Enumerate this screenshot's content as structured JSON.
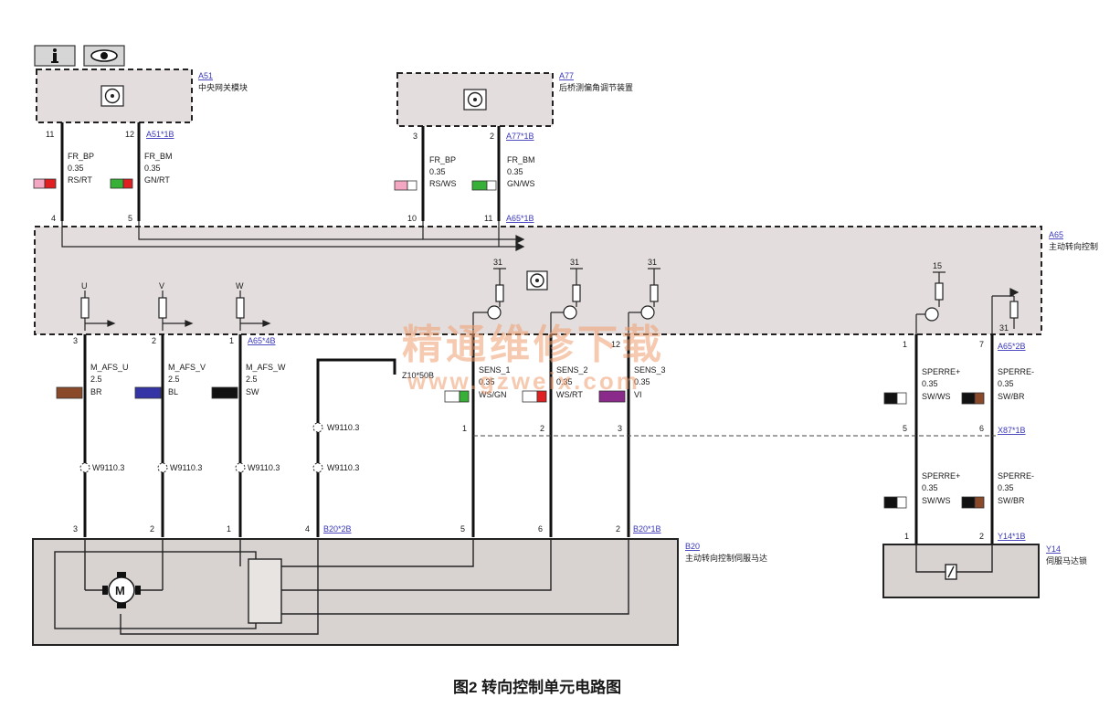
{
  "toolbar": {
    "info_icon": "info-icon",
    "view_icon": "eye-icon"
  },
  "modules": {
    "a51": {
      "id": "A51",
      "name": "中央网关模块"
    },
    "a77": {
      "id": "A77",
      "name": "后桥测偏角调节装置"
    },
    "a65": {
      "id": "A65",
      "name": "主动转向控制"
    },
    "b20": {
      "id": "B20",
      "name": "主动转向控制伺服马达"
    },
    "y14": {
      "id": "Y14",
      "name": "伺服马达锁"
    }
  },
  "connectors": {
    "a51_1b": "A51*1B",
    "a77_1b": "A77*1B",
    "a65_1b": "A65*1B",
    "a65_4b": "A65*4B",
    "a65_2b": "A65*2B",
    "x87_1b": "X87*1B",
    "b20_2b": "B20*2B",
    "b20_1b": "B20*1B",
    "y14_1b": "Y14*1B",
    "z10": "Z10*50B"
  },
  "pins": {
    "a51_11": "11",
    "a51_12": "12",
    "a65_4": "4",
    "a65_5": "5",
    "a77_3": "3",
    "a77_2": "2",
    "a65_10": "10",
    "a65_11": "11",
    "a65_3": "3",
    "a65_2": "2",
    "a65_1": "1",
    "a65_12": "12",
    "a65_1r": "1",
    "a65_7": "7",
    "x87_1": "1",
    "x87_2": "2",
    "x87_3": "3",
    "x87_5": "5",
    "x87_6": "6",
    "b20_3": "3",
    "b20_2": "2",
    "b20_1": "1",
    "b20_4": "4",
    "b20_5": "5",
    "b20_6": "6",
    "b20_2r": "2",
    "y14_1": "1",
    "y14_2": "2"
  },
  "supply": {
    "s1": "31",
    "s2": "31",
    "s3": "31",
    "s4": "15",
    "s5": "31"
  },
  "phase": {
    "u": "U",
    "v": "V",
    "w": "W"
  },
  "wires": {
    "w1": {
      "name": "FR_BP",
      "size": "0.35",
      "color": "RS/RT"
    },
    "w2": {
      "name": "FR_BM",
      "size": "0.35",
      "color": "GN/RT"
    },
    "w3": {
      "name": "FR_BP",
      "size": "0.35",
      "color": "RS/WS"
    },
    "w4": {
      "name": "FR_BM",
      "size": "0.35",
      "color": "GN/WS"
    },
    "w5": {
      "name": "M_AFS_U",
      "size": "2.5",
      "color": "BR"
    },
    "w6": {
      "name": "M_AFS_V",
      "size": "2.5",
      "color": "BL"
    },
    "w7": {
      "name": "M_AFS_W",
      "size": "2.5",
      "color": "SW"
    },
    "w8": {
      "name": "SENS_1",
      "size": "0.35",
      "color": "WS/GN"
    },
    "w9": {
      "name": "SENS_2",
      "size": "0.35",
      "color": "WS/RT"
    },
    "w10": {
      "name": "SENS_3",
      "size": "0.35",
      "color": "VI"
    },
    "w11": {
      "name": "SPERRE+",
      "size": "0.35",
      "color": "SW/WS"
    },
    "w12": {
      "name": "SPERRE-",
      "size": "0.35",
      "color": "SW/BR"
    },
    "w13": {
      "name": "SPERRE+",
      "size": "0.35",
      "color": "SW/WS"
    },
    "w14": {
      "name": "SPERRE-",
      "size": "0.35",
      "color": "SW/BR"
    }
  },
  "wire_colors": {
    "rs": "#f4a7c2",
    "rt": "#e02020",
    "gn": "#36b036",
    "ws": "#ffffff",
    "br": "#8a4a2a",
    "bl": "#3434a6",
    "sw": "#111111",
    "vi": "#8a2a8a"
  },
  "shield_refs": {
    "u": "W9110.3",
    "v": "W9110.3",
    "w": "W9110.3",
    "g1": "W9110.3",
    "g2": "W9110.3"
  },
  "watermark": {
    "cn": "精通维修下载",
    "url": "www.gzweix.com"
  },
  "caption": "图2 转向控制单元电路图",
  "colors": {
    "module_fill": "#e3dedd",
    "module_fill_dark": "#d8d2d0",
    "wire": "#111111"
  }
}
